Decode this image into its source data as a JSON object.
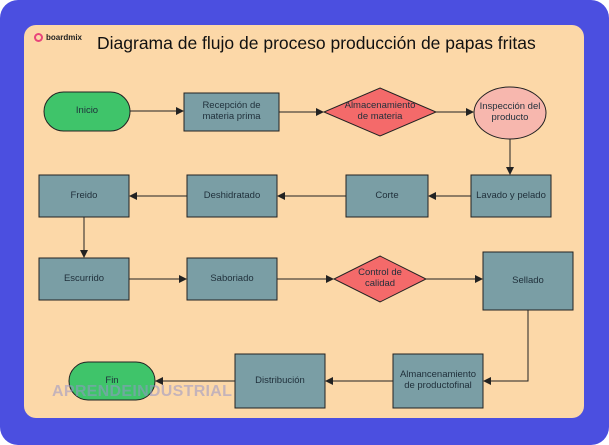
{
  "brand": "boardmix",
  "title": "Diagrama de flujo de proceso producción de papas fritas",
  "watermark": "APRENDEINDUSTRIAL",
  "colors": {
    "frame": "#4b4fe0",
    "canvas": "#fcd8a8",
    "process": "#7a9ea5",
    "terminal": "#3fc46a",
    "decision": "#f46a6a",
    "inspection": "#f7b7ae",
    "stroke": "#222222"
  },
  "nodes": [
    {
      "id": "inicio",
      "shape": "terminal",
      "label": "Inicio"
    },
    {
      "id": "recepcion",
      "shape": "process",
      "label": "Recepción de materia prima"
    },
    {
      "id": "almacenamiento",
      "shape": "decision",
      "label": "Almacenamiento de materia"
    },
    {
      "id": "inspeccion",
      "shape": "circle",
      "label": "Inspección del producto"
    },
    {
      "id": "lavado",
      "shape": "process",
      "label": "Lavado y pelado"
    },
    {
      "id": "corte",
      "shape": "process",
      "label": "Corte"
    },
    {
      "id": "deshidratado",
      "shape": "process",
      "label": "Deshidratado"
    },
    {
      "id": "freido",
      "shape": "process",
      "label": "Freido"
    },
    {
      "id": "escurrido",
      "shape": "process",
      "label": "Escurrido"
    },
    {
      "id": "saboriado",
      "shape": "process",
      "label": "Saboriado"
    },
    {
      "id": "control",
      "shape": "decision",
      "label": "Control de calidad"
    },
    {
      "id": "sellado",
      "shape": "process",
      "label": "Sellado"
    },
    {
      "id": "almancenamiento_final",
      "shape": "process",
      "label": "Almancenamiento de productofinal"
    },
    {
      "id": "distribucion",
      "shape": "process",
      "label": "Distribución"
    },
    {
      "id": "fin",
      "shape": "terminal",
      "label": "Fin"
    }
  ],
  "edges": [
    [
      "inicio",
      "recepcion"
    ],
    [
      "recepcion",
      "almacenamiento"
    ],
    [
      "almacenamiento",
      "inspeccion"
    ],
    [
      "inspeccion",
      "lavado"
    ],
    [
      "lavado",
      "corte"
    ],
    [
      "corte",
      "deshidratado"
    ],
    [
      "deshidratado",
      "freido"
    ],
    [
      "freido",
      "escurrido"
    ],
    [
      "escurrido",
      "saboriado"
    ],
    [
      "saboriado",
      "control"
    ],
    [
      "control",
      "sellado"
    ],
    [
      "sellado",
      "almancenamiento_final"
    ],
    [
      "almancenamiento_final",
      "distribucion"
    ],
    [
      "distribucion",
      "fin"
    ]
  ]
}
